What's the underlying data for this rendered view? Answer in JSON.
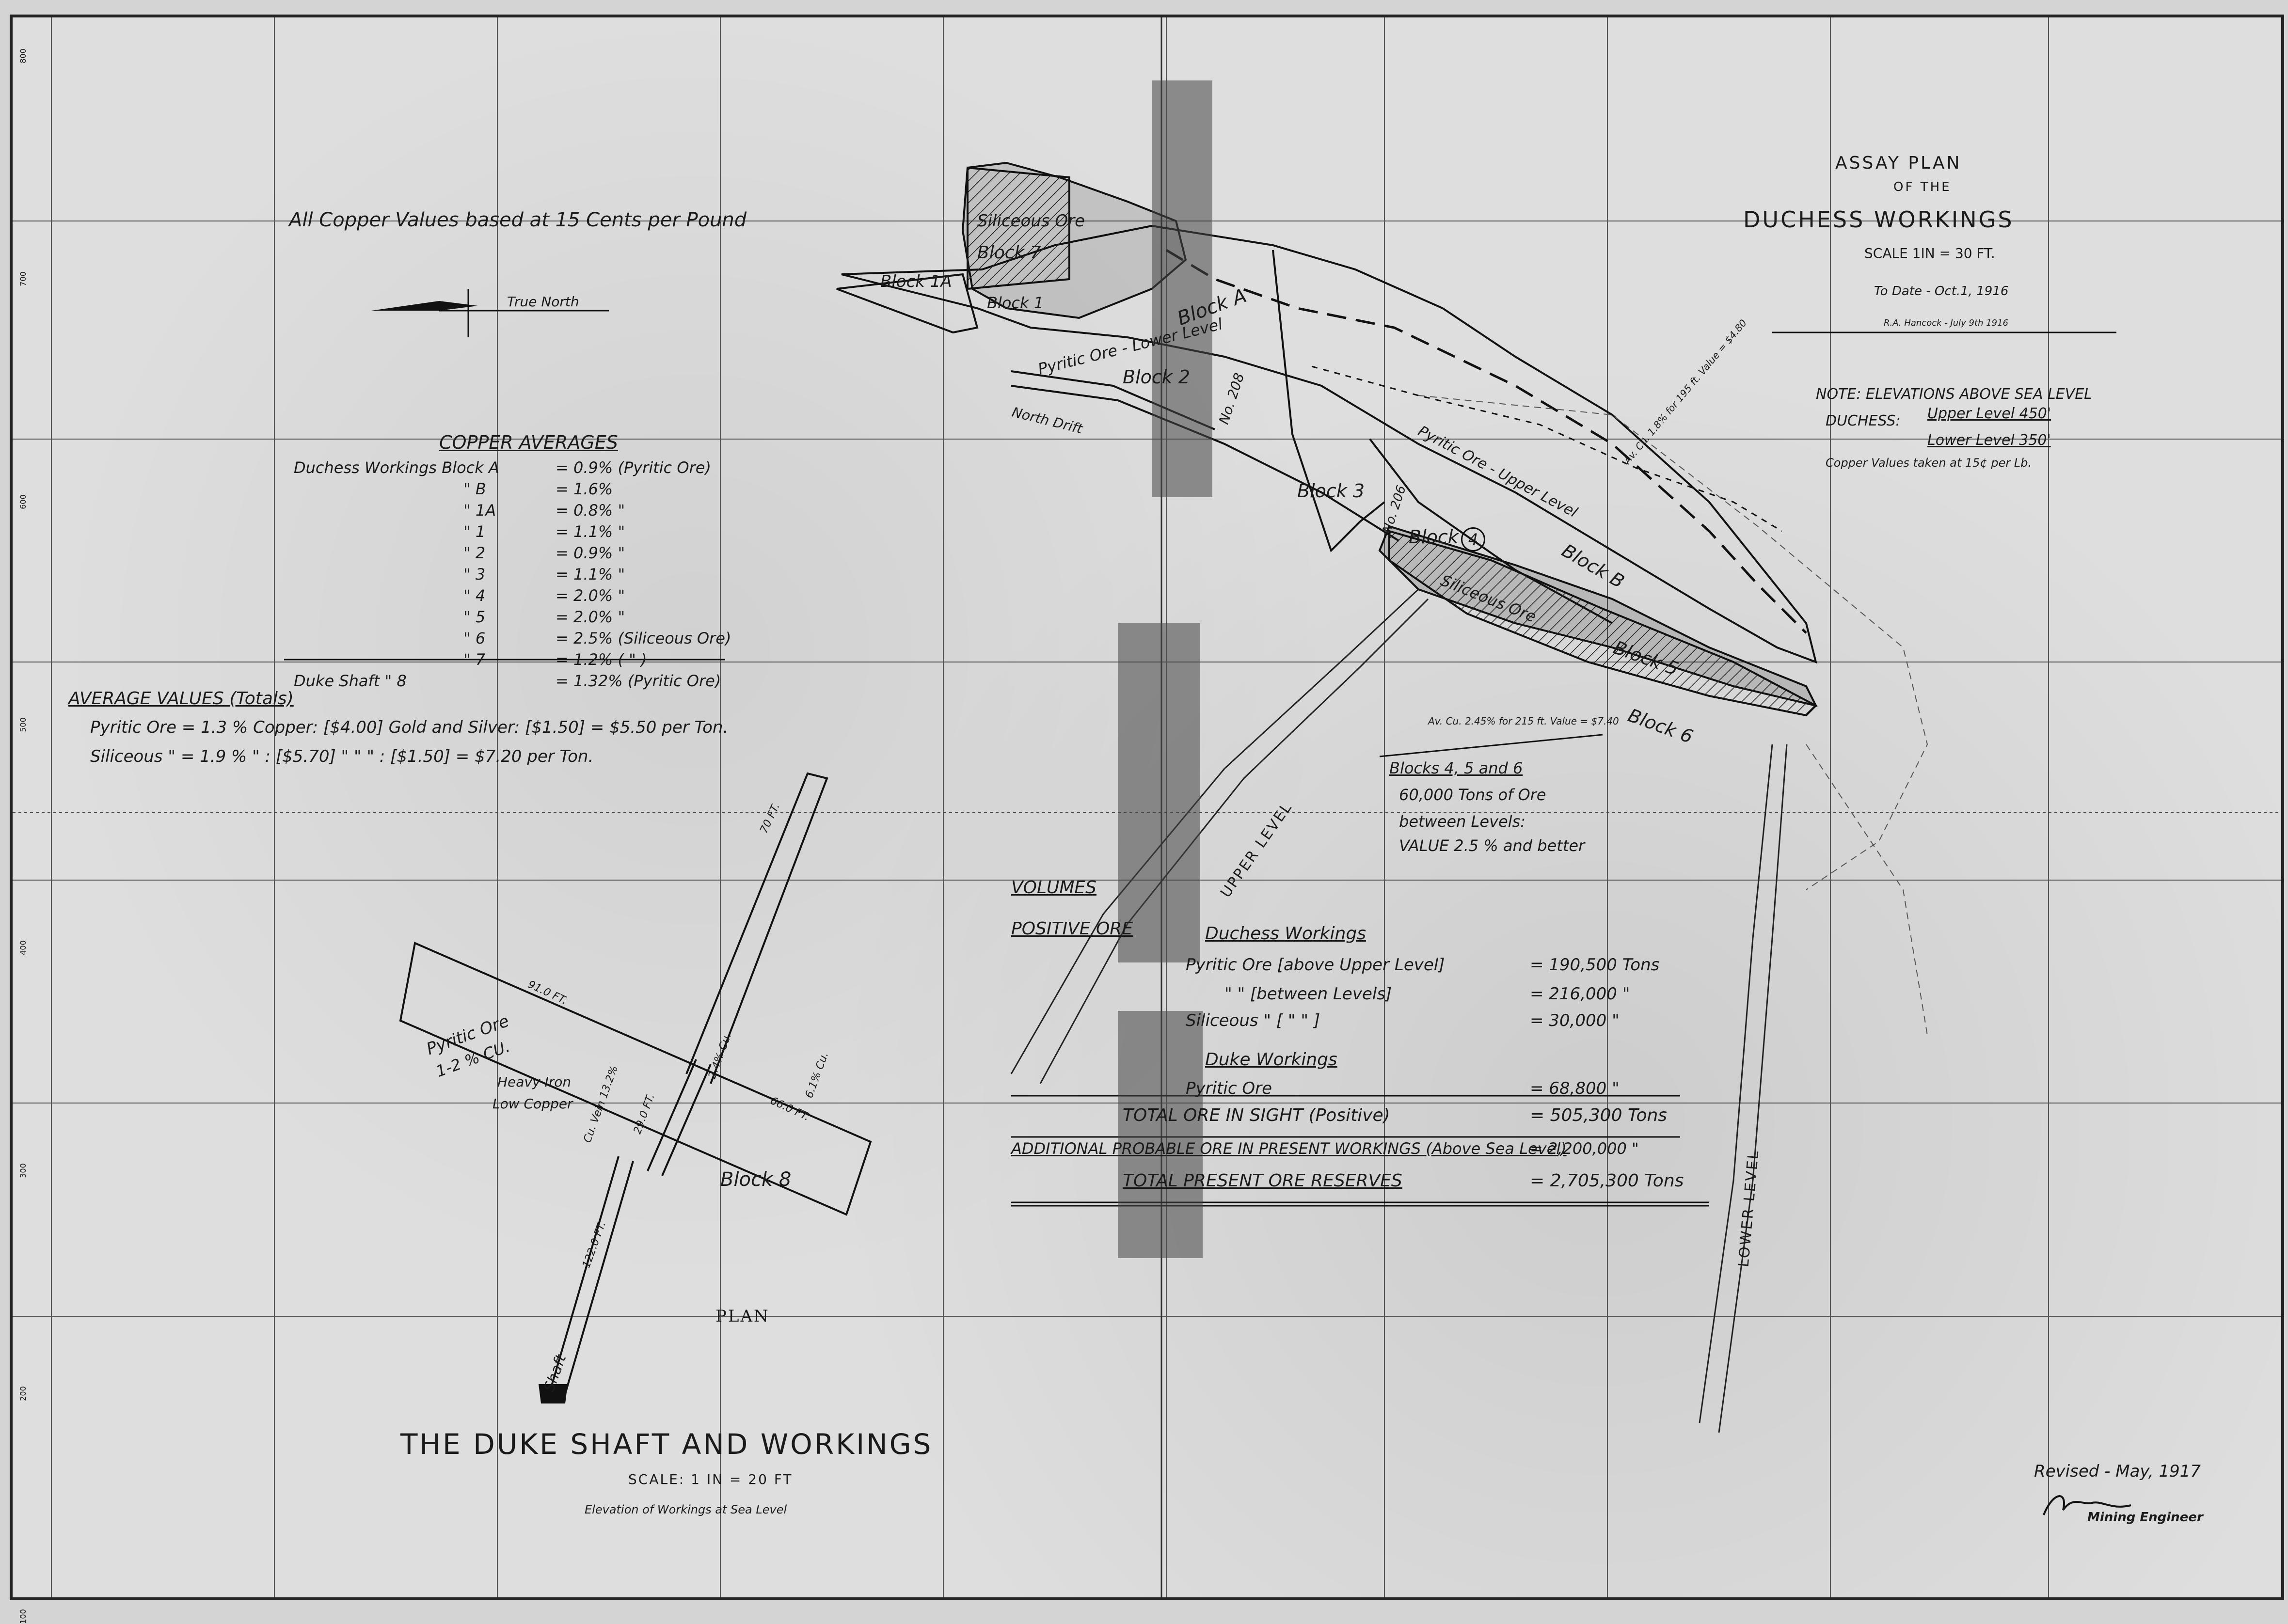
{
  "duchess_title": {
    "line1": "ASSAY PLAN",
    "line2": "OF THE",
    "line3": "DUCHESS WORKINGS",
    "scale": "SCALE 1IN = 30 FT.",
    "date": "To Date - Oct.1, 1916",
    "author": "R.A. Hancock - July 9th 1916"
  },
  "elevation_note": {
    "note": "NOTE: ELEVATIONS ABOVE SEA LEVEL",
    "duchess": "DUCHESS:",
    "upper": "Upper Level 450'",
    "lower": "Lower Level 350'",
    "copper": "Copper Values taken at 15¢ per Lb."
  },
  "copper_basis": "All Copper Values based at 15 Cents per Pound",
  "true_north": "True North",
  "copper_averages": {
    "title": "COPPER AVERAGES",
    "rows": [
      {
        "label": "Duchess Workings Block A",
        "value": "= 0.9% (Pyritic Ore)"
      },
      {
        "label": "\"  B",
        "value": "= 1.6%"
      },
      {
        "label": "\"  1A",
        "value": "= 0.8%  \""
      },
      {
        "label": "\"  1",
        "value": "= 1.1%  \""
      },
      {
        "label": "\"  2",
        "value": "= 0.9%  \""
      },
      {
        "label": "\"  3",
        "value": "= 1.1%  \""
      },
      {
        "label": "\"  4",
        "value": "= 2.0%  \""
      },
      {
        "label": "\"  5",
        "value": "= 2.0%  \""
      },
      {
        "label": "\"  6",
        "value": "= 2.5% (Siliceous Ore)"
      },
      {
        "label": "\"  7",
        "value": "= 1.2% (  \"  )"
      },
      {
        "label": "Duke Shaft  \"  8",
        "value": "= 1.32% (Pyritic Ore)"
      }
    ]
  },
  "average_values": {
    "title": "AVERAGE VALUES (Totals)",
    "line1": "Pyritic Ore = 1.3 % Copper: [$4.00] Gold and Silver: [$1.50] = $5.50 per Ton.",
    "line2": "Siliceous \" = 1.9 %   \" : [$5.70]  \"  \"  \" : [$1.50] = $7.20 per Ton."
  },
  "map_labels": {
    "siliceous_ore": "Siliceous Ore",
    "block7": "Block 7",
    "block1a": "Block 1A",
    "block1": "Block 1",
    "blocka": "Block A",
    "block2": "Block 2",
    "pyritic_lower": "Pyritic Ore - Lower Level",
    "north_drift": "North Drift",
    "block3": "Block 3",
    "block4": "Block",
    "block4_num": "4",
    "pyritic_upper": "Pyritic Ore - Upper Level",
    "blockb": "Block B",
    "siliceous_ore2": "Siliceous Ore",
    "block5": "Block 5",
    "block6": "Block 6",
    "no208": "No. 208",
    "no206": "No. 206",
    "upper_level": "UPPER LEVEL",
    "lower_level": "LOWER LEVEL",
    "assay_note1": "Av. Cu. 2.45% for 215 ft. Value = $7.40",
    "assay_note2": "Av. Cu. 1.8% for 195 ft. Value = $4.80"
  },
  "blocks_note": {
    "line1": "Blocks 4, 5 and 6",
    "line2": "60,000 Tons of Ore",
    "line3": "between Levels:",
    "line4": "VALUE 2.5 % and better"
  },
  "volumes": {
    "title": "VOLUMES",
    "positive": "POSITIVE ORE",
    "duchess": "Duchess Workings",
    "rows": [
      {
        "label": "Pyritic Ore [above Upper Level]",
        "value": "= 190,500 Tons"
      },
      {
        "label": "\"  \" [between Levels]",
        "value": "= 216,000 \""
      },
      {
        "label": "Siliceous \" [  \"  \"  ]",
        "value": "= 30,000 \""
      }
    ],
    "duke": "Duke Workings",
    "duke_row": {
      "label": "Pyritic Ore",
      "value": "= 68,800 \""
    },
    "total_sight": {
      "label": "TOTAL ORE IN SIGHT (Positive)",
      "value": "= 505,300 Tons"
    },
    "additional": {
      "label": "ADDITIONAL PROBABLE ORE IN PRESENT WORKINGS (Above Sea Level)",
      "value": "= 2,200,000 \""
    },
    "total_reserves": {
      "label": "TOTAL PRESENT ORE RESERVES",
      "value": "= 2,705,300 Tons"
    }
  },
  "duke": {
    "pyritic": "Pyritic Ore",
    "cu": "1-2 % CU.",
    "heavy_iron": "Heavy Iron",
    "low_copper": "Low Copper",
    "block8": "Block 8",
    "shaft": "Shaft",
    "plan": "PLAN",
    "title": "THE DUKE SHAFT AND WORKINGS",
    "scale": "SCALE: 1 IN = 20 FT",
    "elevation": "Elevation of Workings at Sea Level",
    "dim_91": "91.0 FT.",
    "dim_70": "70 FT.",
    "dim_66": "66.0 FT.",
    "dim_122": "122.0 FT.",
    "dim_29": "29.0 FT.",
    "cu_vein": "Cu. Vein 13.2%",
    "cu_24": "2.4% Cu.",
    "cu_61": "6.1% Cu."
  },
  "signature": {
    "revised": "Revised - May, 1917",
    "title": "Mining Engineer"
  },
  "border_ticks": [
    "800",
    "700",
    "600",
    "500",
    "400",
    "300",
    "200",
    "100"
  ],
  "colors": {
    "paper": "#dedede",
    "ink": "#1a1a1a",
    "tape": "#5a5a5a"
  }
}
